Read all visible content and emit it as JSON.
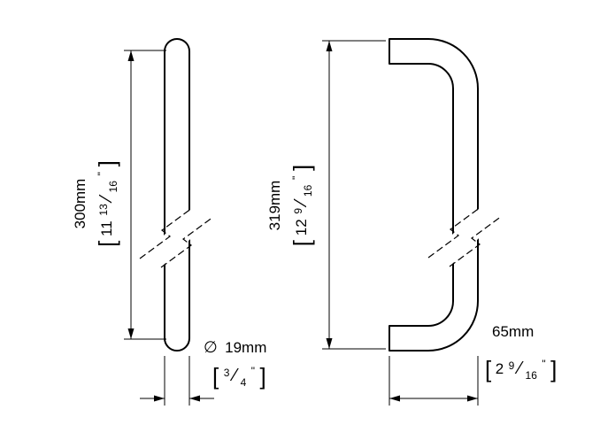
{
  "drawing": {
    "line_color": "#000000",
    "background": "#ffffff"
  },
  "dims": {
    "length_side": {
      "metric": "300mm",
      "open": "[",
      "whole": "11",
      "num": "13",
      "slash": "⁄",
      "den": "16",
      "inch": "\"",
      "close": "]"
    },
    "diameter": {
      "symbol": "∅",
      "metric": "19mm",
      "open": "[",
      "num": "3",
      "slash": "⁄",
      "den": "4",
      "inch": "\"",
      "close": "]"
    },
    "length_front": {
      "metric": "319mm",
      "open": "[",
      "whole": "12",
      "num": "9",
      "slash": "⁄",
      "den": "16",
      "inch": "\"",
      "close": "]"
    },
    "depth_front": {
      "metric": "65mm",
      "open": "[",
      "whole": "2",
      "num": "9",
      "slash": "⁄",
      "den": "16",
      "inch": "\"",
      "close": "]"
    }
  }
}
